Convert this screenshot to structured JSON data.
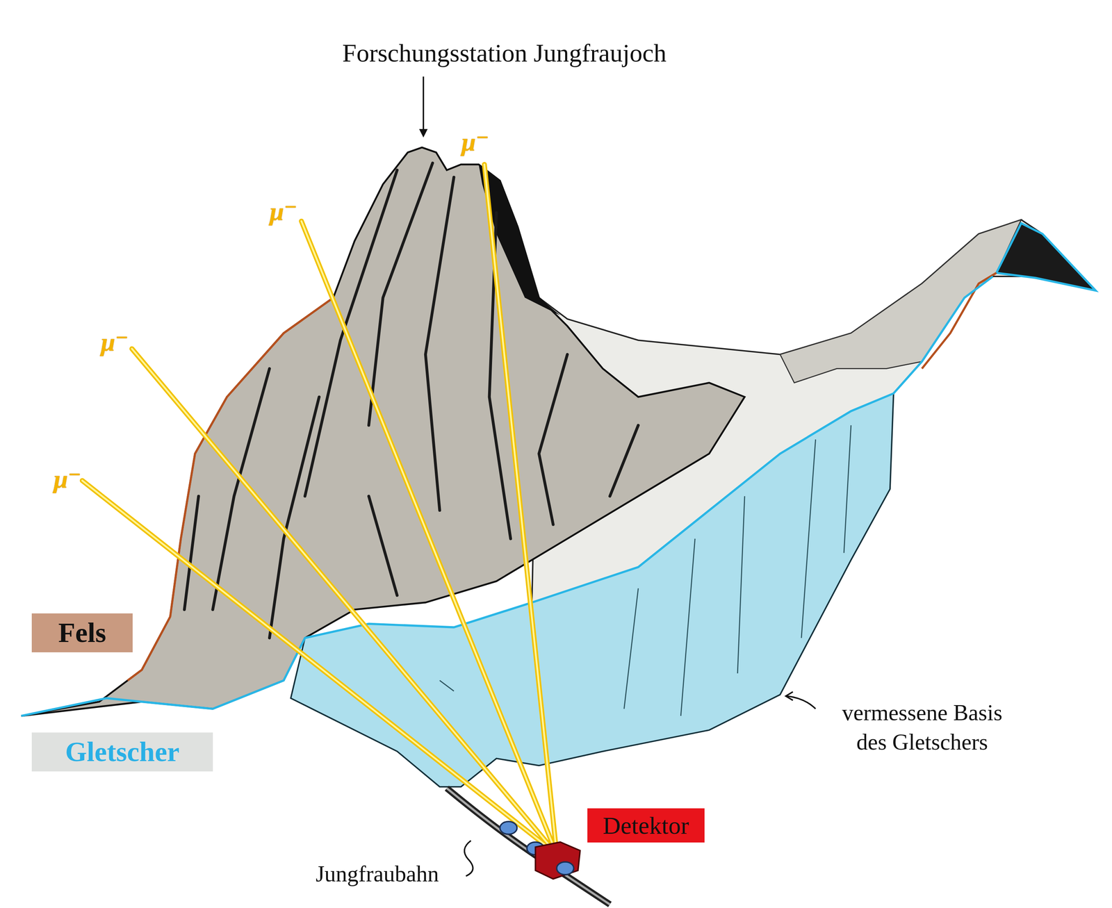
{
  "diagram": {
    "nodes": [
      {
        "text": [
          "Detektor"
        ]
      }
    ],
    "labels": [
      "Forschungsstation Jungfraujoch",
      "μ⁻",
      "μ⁻",
      "μ⁻",
      "μ⁻",
      "vermessene Basis des Gletschers",
      "Jungfraubahn"
    ],
    "legend": [
      {
        "text": "Fels",
        "color": "#c99a80"
      },
      {
        "text": "Gletscher",
        "color": "#dfe1df"
      }
    ]
  }
}
